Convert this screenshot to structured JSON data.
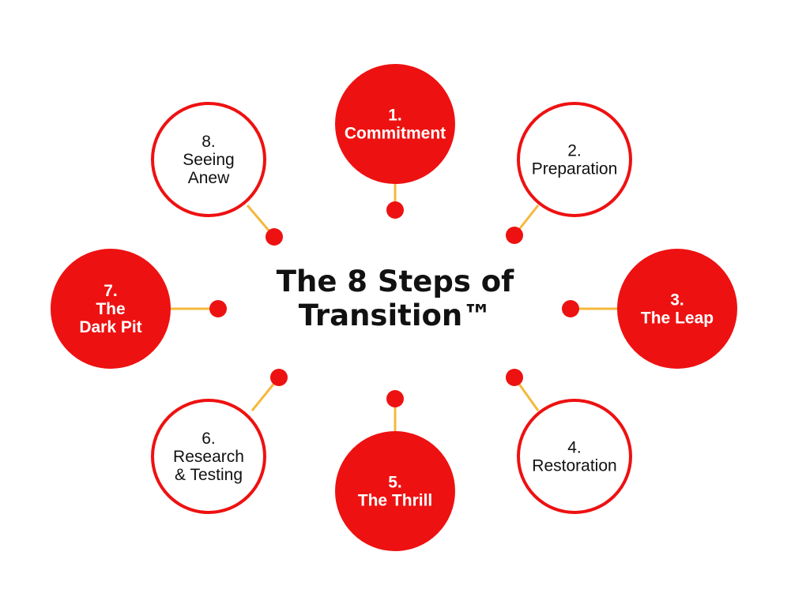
{
  "title": {
    "lines": [
      "The 8 Steps of",
      "Transition™"
    ]
  },
  "colors": {
    "accent": "#ee1111",
    "connector": "#f5b83c",
    "text_dark": "#111111",
    "text_light": "#ffffff",
    "background": "#ffffff"
  },
  "steps": [
    {
      "id": "step-1",
      "lines": [
        "1.",
        "Commitment"
      ],
      "filled": true
    },
    {
      "id": "step-2",
      "lines": [
        "2.",
        "Preparation"
      ],
      "filled": false
    },
    {
      "id": "step-3",
      "lines": [
        "3.",
        "The Leap"
      ],
      "filled": true
    },
    {
      "id": "step-4",
      "lines": [
        "4.",
        "Restoration"
      ],
      "filled": false
    },
    {
      "id": "step-5",
      "lines": [
        "5.",
        "The Thrill"
      ],
      "filled": true
    },
    {
      "id": "step-6",
      "lines": [
        "6.",
        "Research",
        "& Testing"
      ],
      "filled": false
    },
    {
      "id": "step-7",
      "lines": [
        "7.",
        "The",
        "Dark Pit"
      ],
      "filled": true
    },
    {
      "id": "step-8",
      "lines": [
        "8.",
        "Seeing",
        "Anew"
      ],
      "filled": false
    }
  ]
}
